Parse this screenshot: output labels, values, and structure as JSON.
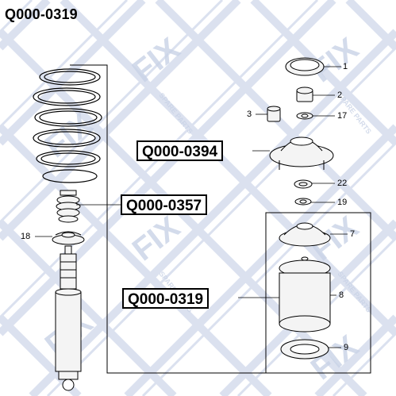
{
  "page": {
    "title": "Q000-0319"
  },
  "codes": {
    "c1": "Q000-0394",
    "c2": "Q000-0357",
    "c3": "Q000-0319"
  },
  "callouts": {
    "n1": "1",
    "n2": "2",
    "n3": "3",
    "n7": "7",
    "n8": "8",
    "n9": "9",
    "n17": "17",
    "n18": "18",
    "n19": "19",
    "n22": "22"
  },
  "watermark": {
    "brand": "FIX",
    "tagline": "SPARE PARTS"
  },
  "colors": {
    "watermark": "#c9d3e6",
    "line": "#000000",
    "part_fill": "#f4f4f4"
  }
}
